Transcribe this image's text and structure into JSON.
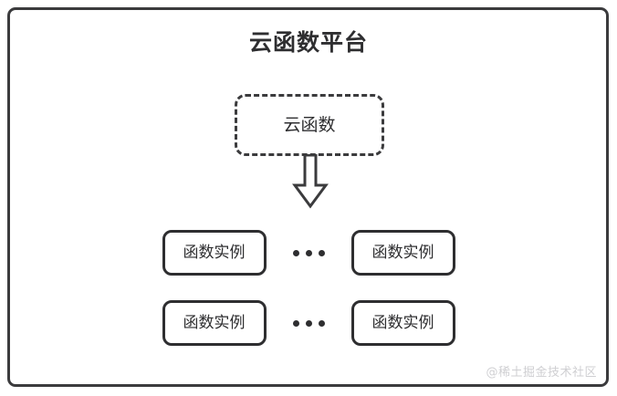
{
  "diagram": {
    "type": "architecture-diagram",
    "title": "云函数平台",
    "colors": {
      "stroke": "#3b3b3d",
      "text": "#2e2e30",
      "background": "#ffffff",
      "watermark": "#cfcfd2"
    },
    "platform": {
      "label": "云函数平台",
      "border_style": "solid"
    },
    "cloud_function": {
      "label": "云函数",
      "border_style": "dashed"
    },
    "connector": {
      "name": "down-arrow",
      "direction": "down",
      "style": "hollow-outline"
    },
    "instance_grid": {
      "ellipsis": "•••",
      "rows": [
        {
          "left": {
            "label": "函数实例"
          },
          "gap": {
            "label": "•••"
          },
          "right": {
            "label": "函数实例"
          }
        },
        {
          "left": {
            "label": "函数实例"
          },
          "gap": {
            "label": "•••"
          },
          "right": {
            "label": "函数实例"
          }
        }
      ]
    },
    "watermark": "@稀土掘金技术社区"
  }
}
